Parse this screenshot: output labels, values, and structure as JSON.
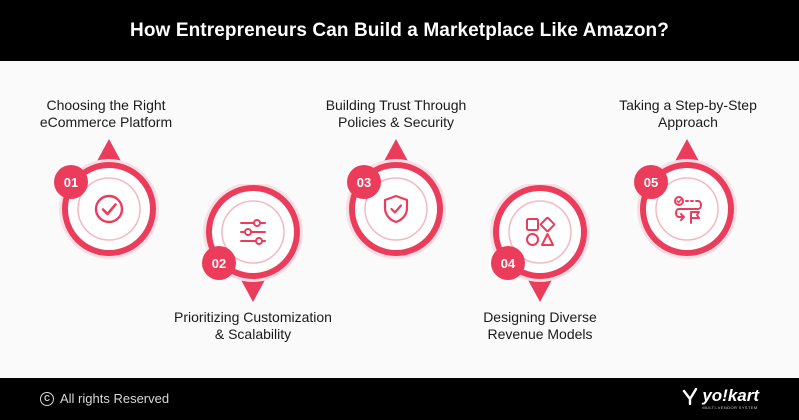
{
  "header": {
    "title": "How Entrepreneurs Can Build a Marketplace Like Amazon?"
  },
  "steps": [
    {
      "number": "01",
      "label_lines": [
        "Choosing the Right",
        "eCommerce Platform"
      ],
      "icon": "checkmark-circle-icon"
    },
    {
      "number": "02",
      "label_lines": [
        "Prioritizing Customization",
        "& Scalability"
      ],
      "icon": "sliders-icon"
    },
    {
      "number": "03",
      "label_lines": [
        "Building Trust Through",
        "Policies & Security"
      ],
      "icon": "shield-check-icon"
    },
    {
      "number": "04",
      "label_lines": [
        "Designing Diverse",
        "Revenue Models"
      ],
      "icon": "shapes-icon"
    },
    {
      "number": "05",
      "label_lines": [
        "Taking a Step-by-Step",
        "Approach"
      ],
      "icon": "path-steps-icon"
    }
  ],
  "footer": {
    "copyright": "All rights Reserved",
    "brand": "yo!kart",
    "brand_tagline": "MULTI-VENDOR SYSTEM"
  },
  "colors": {
    "accent": "#eb3d5b",
    "accent_light": "#f6c3cc",
    "dark": "#000000",
    "text": "#1a1a1a"
  }
}
